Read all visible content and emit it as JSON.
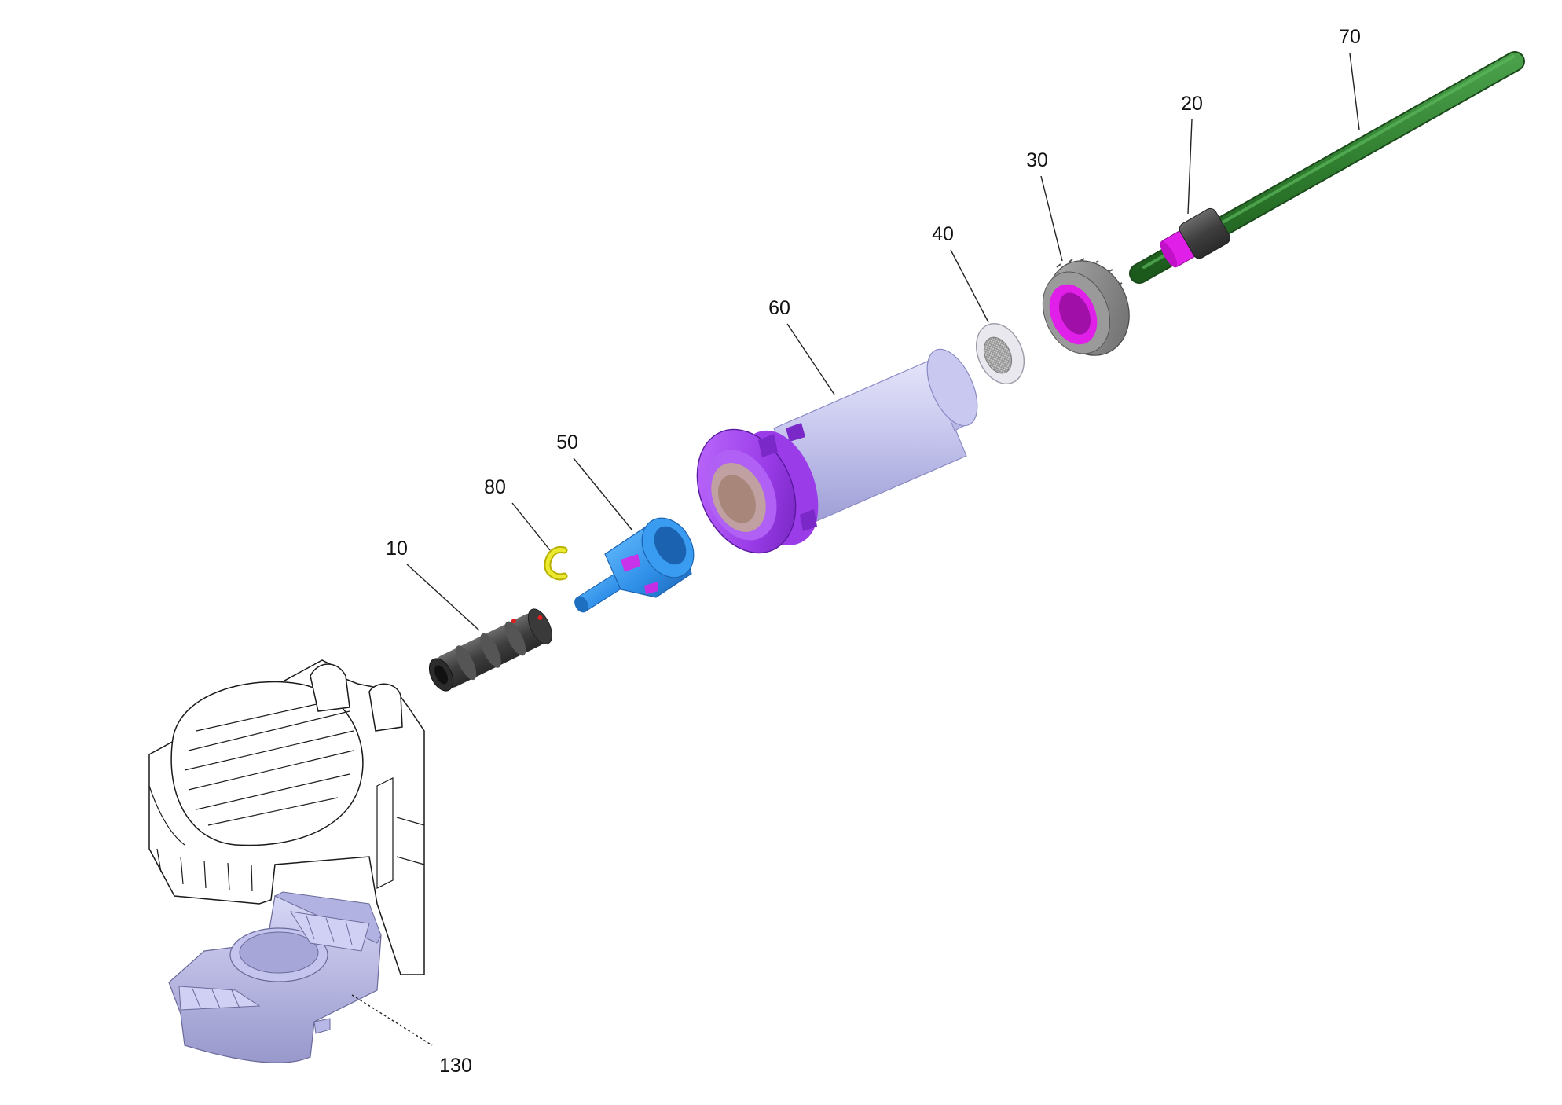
{
  "diagram": {
    "type": "exploded-parts-view",
    "parts": [
      {
        "id": "10",
        "label": "10",
        "color": "#4a4a4a"
      },
      {
        "id": "20",
        "label": "20",
        "color": "#555a60"
      },
      {
        "id": "30",
        "label": "30",
        "color": "#8a8a8a"
      },
      {
        "id": "40",
        "label": "40",
        "color": "#dcdcdc"
      },
      {
        "id": "50",
        "label": "50",
        "color": "#2f8fe8"
      },
      {
        "id": "60",
        "label": "60",
        "color": "#c8c8ee"
      },
      {
        "id": "70",
        "label": "70",
        "color": "#2f7d2f"
      },
      {
        "id": "80",
        "label": "80",
        "color": "#e8e020"
      },
      {
        "id": "130",
        "label": "130",
        "color": "#b8b8ee"
      }
    ],
    "accent_colors": {
      "magenta": "#e020e8",
      "violet": "#a040f0",
      "red_marker": "#e02020"
    }
  }
}
